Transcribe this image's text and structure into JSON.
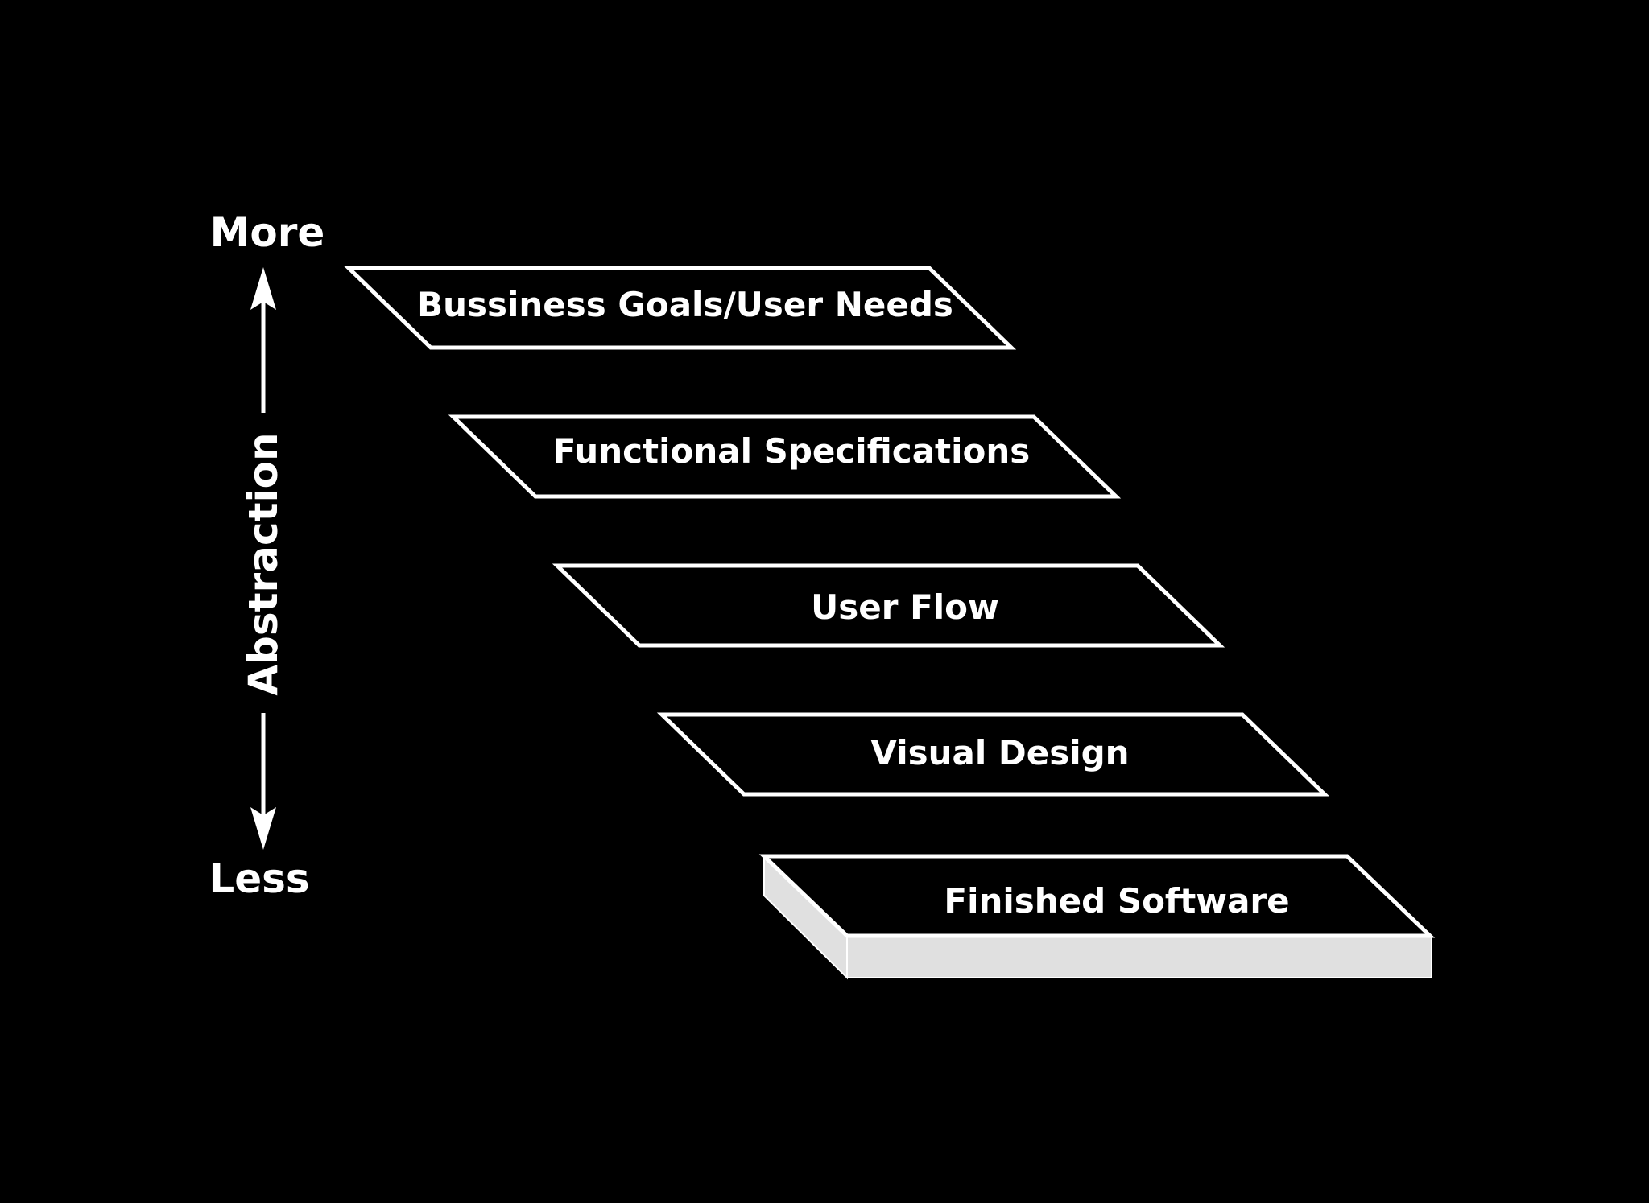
{
  "axis": {
    "top_label": "More",
    "bottom_label": "Less",
    "title": "Abstraction"
  },
  "layers": [
    {
      "label": "Bussiness Goals/User Needs"
    },
    {
      "label": "Functional Specifications"
    },
    {
      "label": "User Flow"
    },
    {
      "label": "Visual Design"
    },
    {
      "label": "Finished Software"
    }
  ],
  "colors": {
    "background": "#000000",
    "foreground": "#ffffff",
    "slab_side": "#e0e0e0"
  }
}
